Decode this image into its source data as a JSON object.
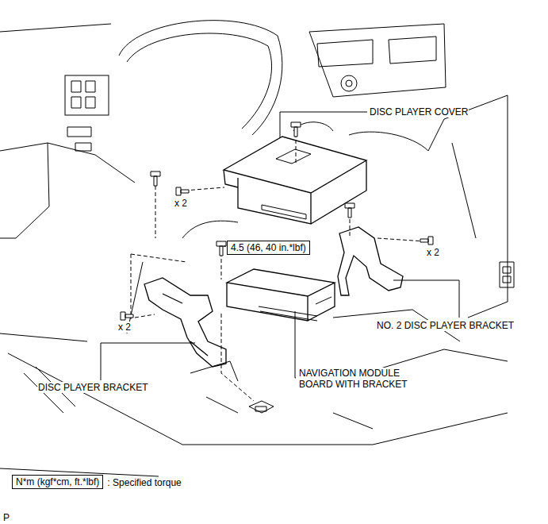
{
  "diagram": {
    "nodes": [
      {
        "text": [
          "4.5 (46, 40 in.*lbf)"
        ]
      },
      {
        "text": [
          "N*m (kgf*cm, ft.*lbf)"
        ]
      }
    ],
    "labels": [
      "DISC PLAYER COVER",
      "x 2",
      "x 2",
      "x 2",
      "NO. 2 DISC PLAYER BRACKET",
      "NAVIGATION MODULE BOARD WITH BRACKET",
      "DISC PLAYER BRACKET",
      ": Specified torque",
      "P"
    ]
  }
}
